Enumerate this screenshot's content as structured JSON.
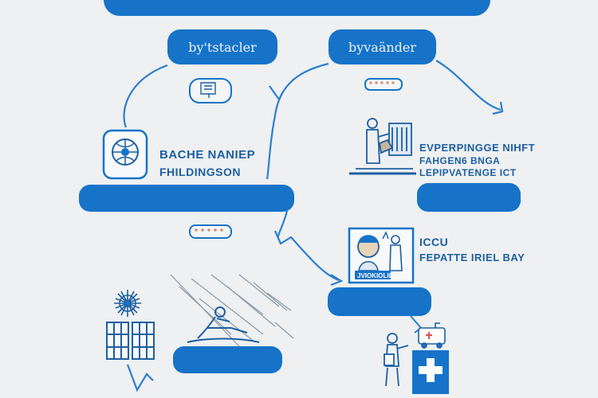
{
  "nodes": {
    "top_left_label": "by'tstacler",
    "top_right_label": "byvaänder",
    "left_caption_line1": "BACHE NANIEP",
    "left_caption_line2": "FHILDINGSON",
    "right_caption_line1": "EVPERPINGGE NIHFT",
    "right_caption_line2": "FAHGEN6 BNGA",
    "right_caption_line3": "LEPIPVATENGE ICT",
    "middle_caption_line1": "ICCU",
    "middle_caption_line2": "FEPATTE IRIEL BAY",
    "screen_label": "JVIOKIOLIE"
  },
  "colors": {
    "accent": "#1673c8",
    "text": "#1c5fa3",
    "background": "#eef0f1"
  },
  "icons": [
    "hand-card-icon",
    "pill-dots-icon",
    "shield-globe-icon",
    "person-at-board-icon",
    "doctor-on-screen-icon",
    "sun-icon",
    "solar-panel-icon",
    "fallen-person-icon",
    "ambulance-icon",
    "first-aid-cross-icon"
  ]
}
